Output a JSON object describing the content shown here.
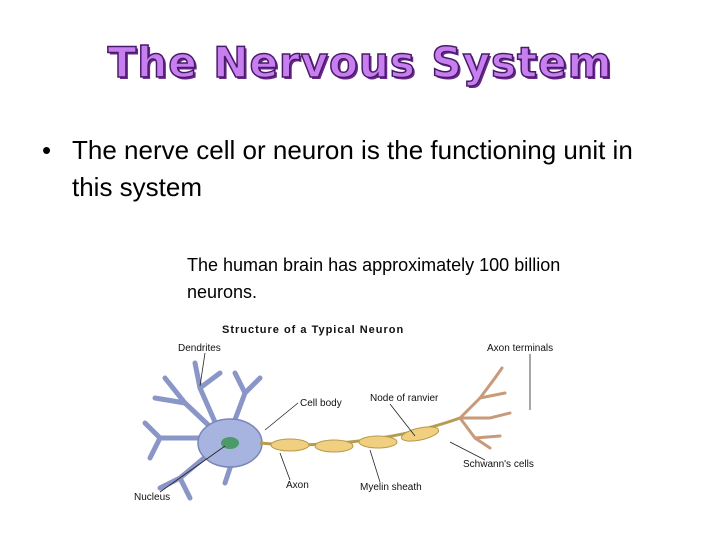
{
  "slide": {
    "title": "The Nervous System",
    "bullet_symbol": "•",
    "bullet_text": "The nerve cell or neuron is the functioning unit in this system",
    "note": "The human brain has approximately 100 billion neurons."
  },
  "diagram": {
    "title": "Structure of a Typical Neuron",
    "labels": {
      "dendrites": "Dendrites",
      "axon_terminals": "Axon terminals",
      "cell_body": "Cell body",
      "node_of_ranvier": "Node of ranvier",
      "schwanns_cells": "Schwann's cells",
      "axon": "Axon",
      "myelin_sheath": "Myelin sheath",
      "nucleus": "Nucleus"
    },
    "colors": {
      "cell_body": "#a8b4e0",
      "nucleus": "#4a9a6a",
      "myelin": "#f0d080",
      "terminals": "#c89a7a"
    }
  }
}
